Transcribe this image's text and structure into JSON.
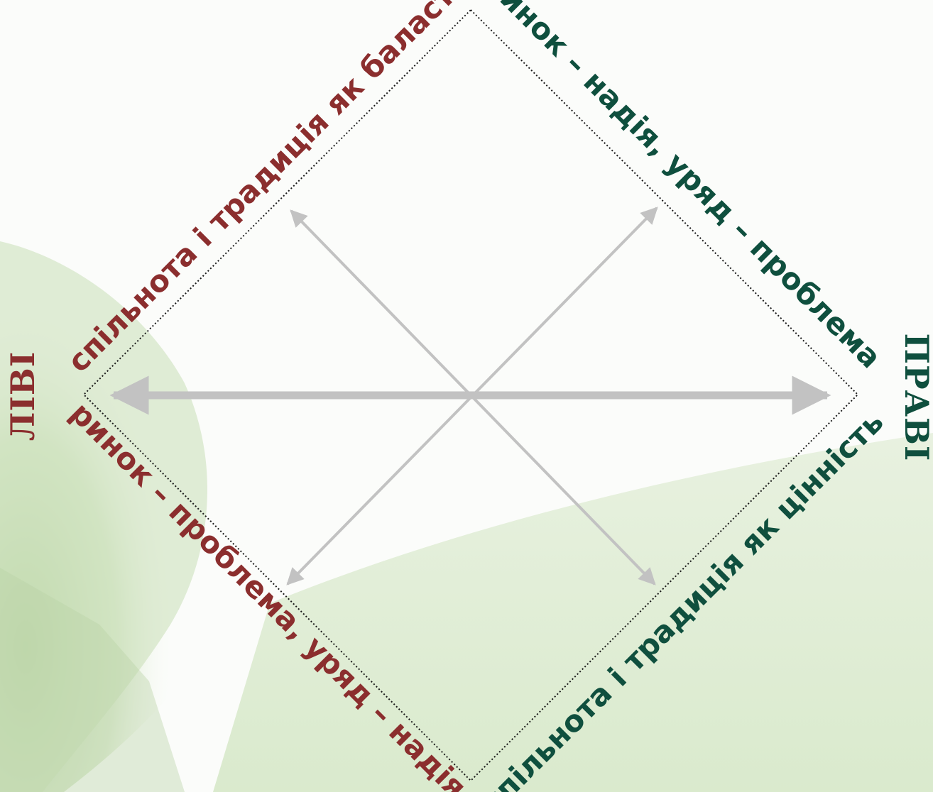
{
  "diagram": {
    "left_pole": "ЛІВІ",
    "right_pole": "ПРАВІ",
    "edges": {
      "top_left": "спільнота і традиція як баласт",
      "top_right": "ринок – надія, уряд – проблема",
      "bottom_left": "ринок – проблема, уряд – надія",
      "bottom_right": "спільнота і традиція як цінність"
    }
  },
  "colors": {
    "left": "#8b2e2e",
    "right": "#0f4f3e",
    "arrow": "#c2c2c2",
    "frame": "#1a1a1a",
    "background_green": "#cfe3bf"
  }
}
